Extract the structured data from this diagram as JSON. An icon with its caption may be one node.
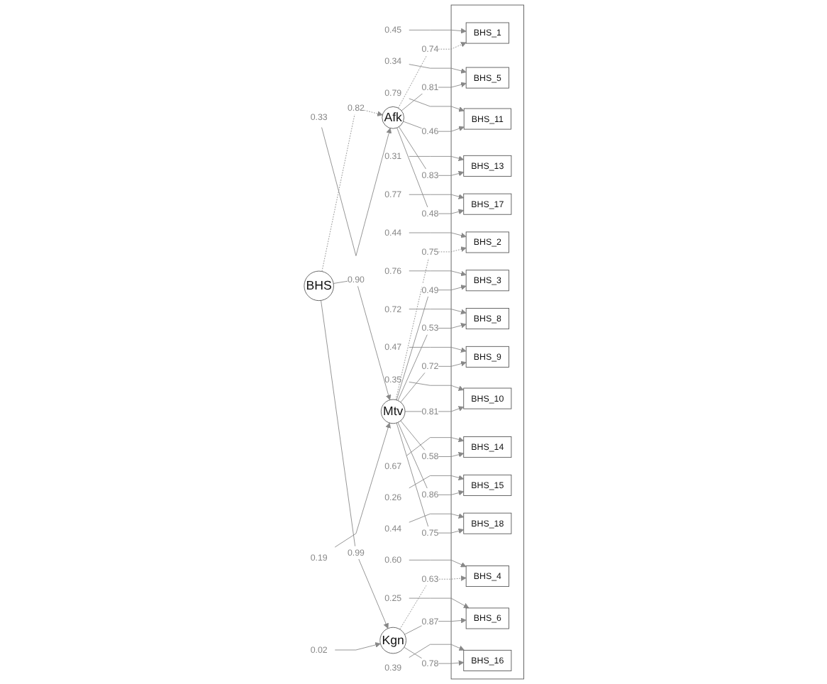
{
  "diagram": {
    "nodes": [
      {
        "text": [],
        "shape": "box"
      },
      {
        "text": [
          "BHS_1"
        ],
        "in": 0
      },
      {
        "text": [
          "BHS_5"
        ],
        "in": 0
      },
      {
        "text": [
          "BHS_11"
        ],
        "in": 0
      },
      {
        "text": [
          "BHS_13"
        ],
        "in": 0
      },
      {
        "text": [
          "BHS_17"
        ],
        "in": 0
      },
      {
        "text": [
          "BHS_2"
        ],
        "in": 0
      },
      {
        "text": [
          "BHS_3"
        ],
        "in": 0
      },
      {
        "text": [
          "BHS_8"
        ],
        "in": 0
      },
      {
        "text": [
          "BHS_9"
        ],
        "in": 0
      },
      {
        "text": [
          "BHS_10"
        ],
        "in": 0
      },
      {
        "text": [
          "BHS_14"
        ],
        "in": 0
      },
      {
        "text": [
          "BHS_15"
        ],
        "in": 0
      },
      {
        "text": [
          "BHS_18"
        ],
        "in": 0
      },
      {
        "text": [
          "BHS_4"
        ],
        "in": 0
      },
      {
        "text": [
          "BHS_6"
        ],
        "in": 0
      },
      {
        "text": [
          "BHS_16"
        ],
        "in": 0
      },
      {
        "text": [
          "0.45"
        ]
      },
      {
        "text": [
          "0.34"
        ]
      },
      {
        "text": [
          "0.79"
        ]
      },
      {
        "text": [
          "0.31"
        ]
      },
      {
        "text": [
          "0.77"
        ]
      },
      {
        "text": [
          "0.44"
        ]
      },
      {
        "text": [
          "0.76"
        ]
      },
      {
        "text": [
          "0.72"
        ]
      },
      {
        "text": [
          "0.47"
        ]
      },
      {
        "text": [
          "0.35"
        ]
      },
      {
        "text": [
          "0.67"
        ]
      },
      {
        "text": [
          "0.26"
        ]
      },
      {
        "text": [
          "0.44"
        ]
      },
      {
        "text": [
          "0.60"
        ]
      },
      {
        "text": [
          "0.25"
        ]
      },
      {
        "text": [
          "0.39"
        ]
      },
      {
        "text": [
          "Afk"
        ]
      },
      {
        "text": [
          "Mtv"
        ]
      },
      {
        "text": [
          "Kgn"
        ]
      },
      {
        "text": [
          "BHS"
        ]
      },
      {
        "text": [
          "0.33"
        ]
      },
      {
        "text": [
          "0.19"
        ]
      },
      {
        "text": [
          "0.02"
        ]
      }
    ],
    "edges": [
      {
        "from": 17,
        "to": 1,
        "arrow": "to"
      },
      {
        "from": 18,
        "to": 2,
        "arrow": "to"
      },
      {
        "from": 19,
        "to": 3,
        "arrow": "to"
      },
      {
        "from": 20,
        "to": 4,
        "arrow": "to"
      },
      {
        "from": 21,
        "to": 5,
        "arrow": "to"
      },
      {
        "from": 22,
        "to": 6,
        "arrow": "to"
      },
      {
        "from": 23,
        "to": 7,
        "arrow": "to"
      },
      {
        "from": 24,
        "to": 8,
        "arrow": "to"
      },
      {
        "from": 25,
        "to": 9,
        "arrow": "to"
      },
      {
        "from": 26,
        "to": 10,
        "arrow": "to"
      },
      {
        "from": 27,
        "to": 11,
        "arrow": "to"
      },
      {
        "from": 28,
        "to": 12,
        "arrow": "to"
      },
      {
        "from": 29,
        "to": 13,
        "arrow": "to"
      },
      {
        "from": 30,
        "to": 14,
        "arrow": "to"
      },
      {
        "from": 31,
        "to": 15,
        "arrow": "to"
      },
      {
        "from": 32,
        "to": 16,
        "arrow": "to"
      },
      {
        "from": 33,
        "to": 1,
        "arrow": "to",
        "label": "0.74",
        "style": "dashed"
      },
      {
        "from": 33,
        "to": 2,
        "arrow": "to",
        "label": "0.81"
      },
      {
        "from": 33,
        "to": 3,
        "arrow": "to",
        "label": "0.46"
      },
      {
        "from": 33,
        "to": 4,
        "arrow": "to",
        "label": "0.83"
      },
      {
        "from": 33,
        "to": 5,
        "arrow": "to",
        "label": "0.48"
      },
      {
        "from": 34,
        "to": 6,
        "arrow": "to",
        "label": "0.75",
        "style": "dashed"
      },
      {
        "from": 34,
        "to": 7,
        "arrow": "to",
        "label": "0.49"
      },
      {
        "from": 34,
        "to": 8,
        "arrow": "to",
        "label": "0.53"
      },
      {
        "from": 34,
        "to": 9,
        "arrow": "to",
        "label": "0.72"
      },
      {
        "from": 34,
        "to": 10,
        "arrow": "to",
        "label": "0.81"
      },
      {
        "from": 34,
        "to": 11,
        "arrow": "to",
        "label": "0.58"
      },
      {
        "from": 34,
        "to": 12,
        "arrow": "to",
        "label": "0.86"
      },
      {
        "from": 34,
        "to": 13,
        "arrow": "to",
        "label": "0.75"
      },
      {
        "from": 35,
        "to": 14,
        "arrow": "to",
        "label": "0.63",
        "style": "dashed"
      },
      {
        "from": 35,
        "to": 15,
        "arrow": "to",
        "label": "0.87"
      },
      {
        "from": 35,
        "to": 16,
        "arrow": "to",
        "label": "0.78"
      },
      {
        "from": 36,
        "to": 33,
        "arrow": "to",
        "label": "0.82",
        "style": "dashed"
      },
      {
        "from": 36,
        "to": 34,
        "arrow": "to",
        "label": "0.90"
      },
      {
        "from": 36,
        "to": 35,
        "arrow": "to",
        "label": "0.99"
      },
      {
        "from": 37,
        "to": 33,
        "arrow": "to"
      },
      {
        "from": 38,
        "to": 34,
        "arrow": "to"
      },
      {
        "from": 39,
        "to": 35,
        "arrow": "to"
      }
    ]
  }
}
